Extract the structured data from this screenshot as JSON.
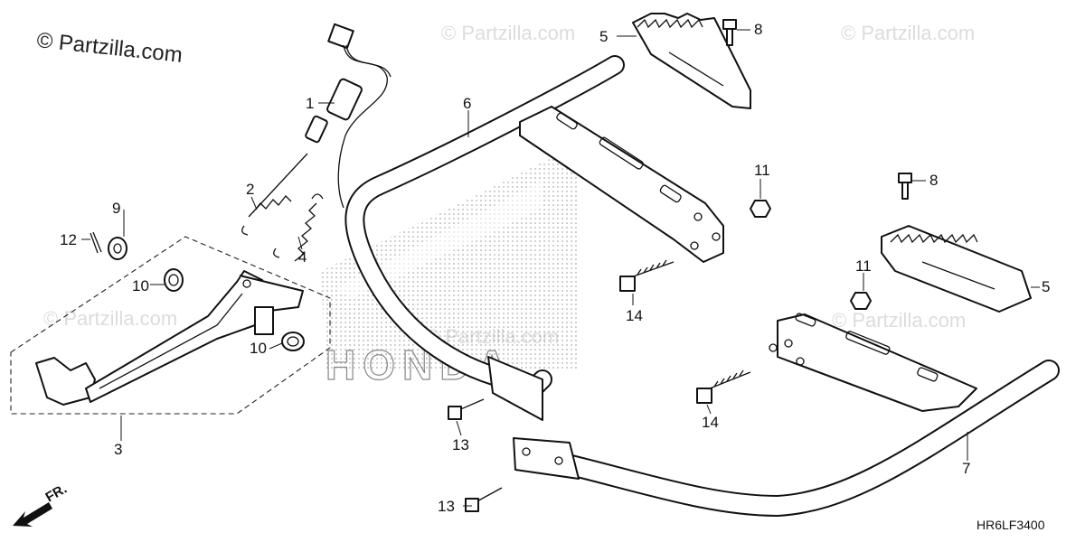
{
  "watermark": {
    "main": "© Partzilla.com",
    "faint": "© Partzilla.com"
  },
  "brand_logo_text": "HONDA",
  "diagram_code": "HR6LF3400",
  "front_indicator": "FR.",
  "callouts": [
    {
      "id": "c1",
      "text": "1"
    },
    {
      "id": "c2",
      "text": "2"
    },
    {
      "id": "c3",
      "text": "3"
    },
    {
      "id": "c4",
      "text": "4"
    },
    {
      "id": "c5a",
      "text": "5"
    },
    {
      "id": "c5b",
      "text": "5"
    },
    {
      "id": "c6",
      "text": "6"
    },
    {
      "id": "c7",
      "text": "7"
    },
    {
      "id": "c8a",
      "text": "8"
    },
    {
      "id": "c8b",
      "text": "8"
    },
    {
      "id": "c9",
      "text": "9"
    },
    {
      "id": "c10a",
      "text": "10"
    },
    {
      "id": "c10b",
      "text": "10"
    },
    {
      "id": "c11a",
      "text": "11"
    },
    {
      "id": "c11b",
      "text": "11"
    },
    {
      "id": "c12",
      "text": "12"
    },
    {
      "id": "c13a",
      "text": "13"
    },
    {
      "id": "c13b",
      "text": "13"
    },
    {
      "id": "c14a",
      "text": "14"
    },
    {
      "id": "c14b",
      "text": "14"
    }
  ]
}
